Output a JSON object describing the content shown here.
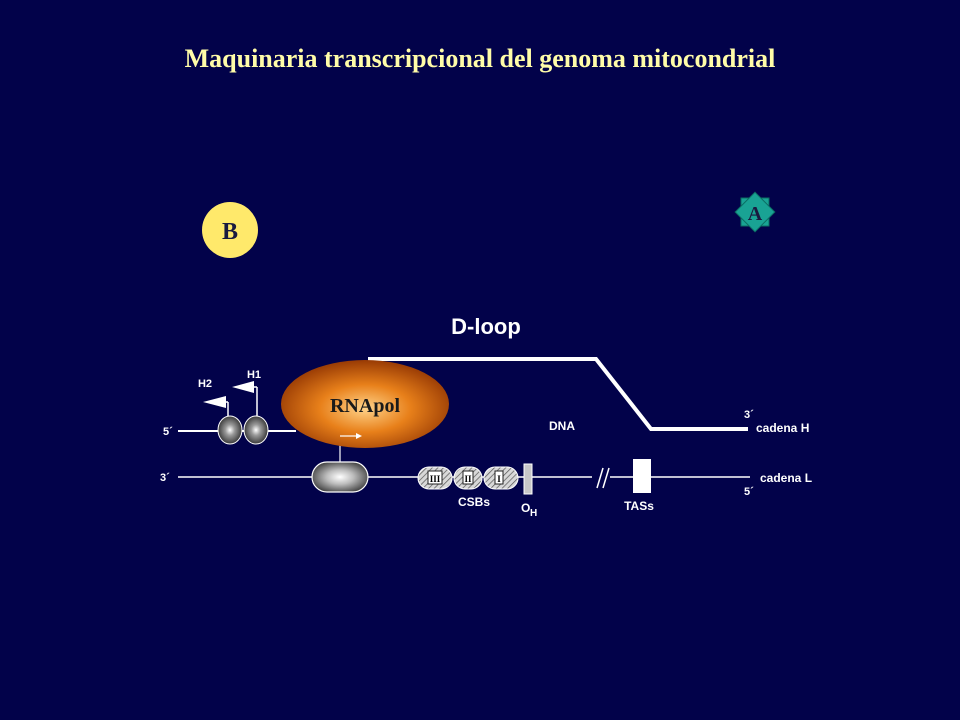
{
  "title": "Maquinaria transcripcional del genoma mitocondrial",
  "badges": {
    "b": "B",
    "a": "A"
  },
  "labels": {
    "dloop": "D-loop",
    "rnapol": "RNApol",
    "dna": "DNA",
    "h1": "H1",
    "h2": "H2",
    "five_prime_h": "5´",
    "three_prime_h": "3´",
    "cadena_h": "cadena H",
    "three_prime_l": "3´",
    "five_prime_l": "5´",
    "cadena_l": "cadena L",
    "csbs": "CSBs",
    "csb_iii": "III",
    "csb_ii": "II",
    "csb_i": "I",
    "oh_o": "O",
    "oh_h": "H",
    "tass": "TASs"
  },
  "colors": {
    "background": "#02024a",
    "title": "#fffca8",
    "badge_b": "#ffe96b",
    "badge_a": "#19a394",
    "rnapol": "#e0700e"
  }
}
